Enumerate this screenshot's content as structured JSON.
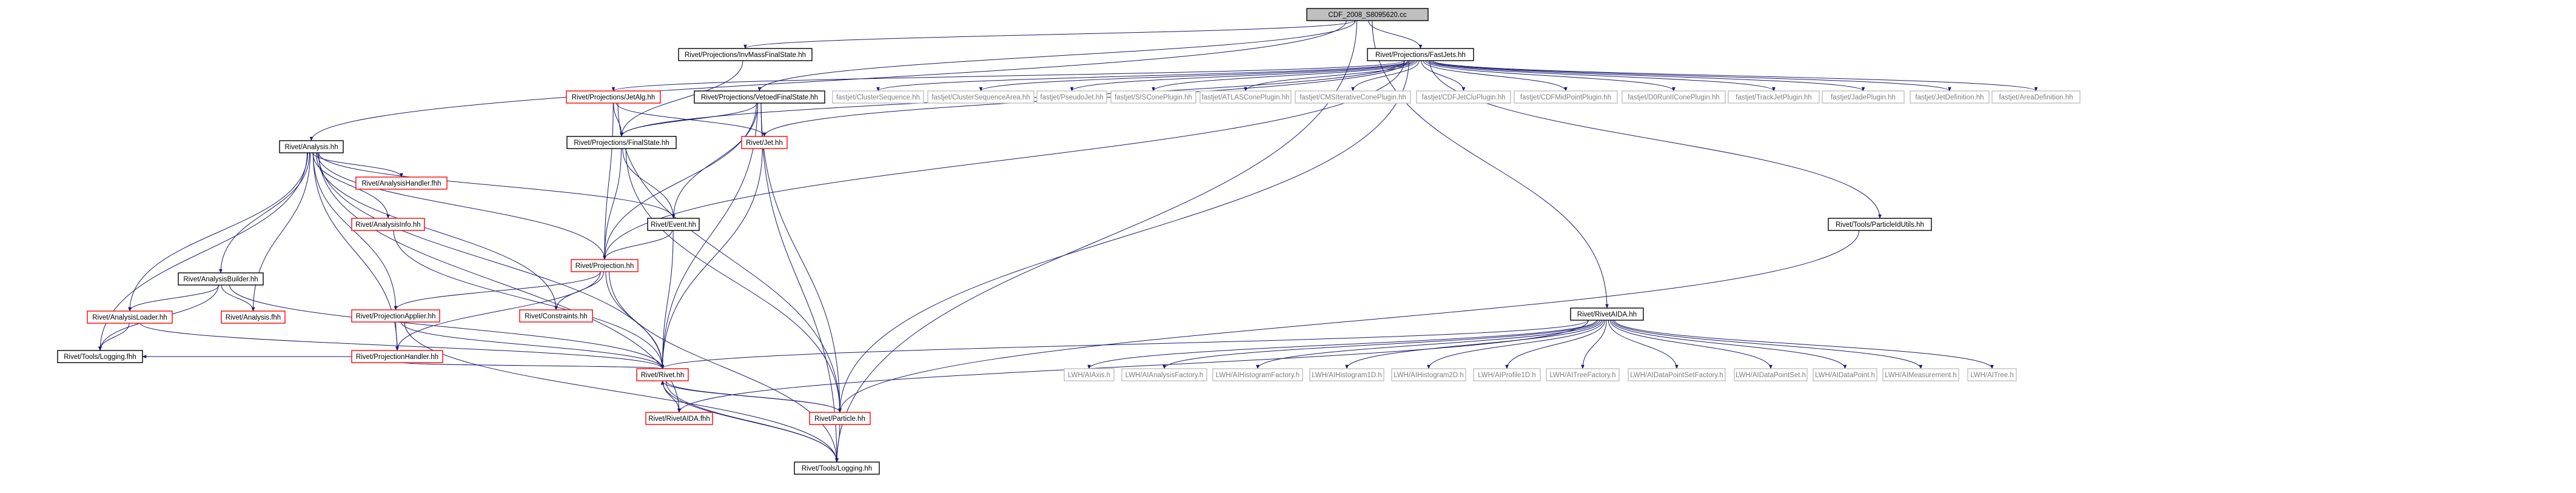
{
  "diagram": {
    "colors": {
      "edge": "#191970",
      "edge_from_source": "#191970",
      "node_border_black": "#000000",
      "node_border_red": "#ff0000",
      "node_border_grey": "#bfbfbf",
      "node_text_black": "#000000",
      "node_text_grey": "#7f7f7f",
      "root_fill": "#bfbfbf",
      "node_fill": "#ffffff"
    },
    "nodes": [
      {
        "id": "root",
        "label": "CDF_2008_S8095620.cc",
        "style": "root"
      },
      {
        "id": "invmass",
        "label": "Rivet/Projections/InvMassFinalState.hh",
        "style": "black"
      },
      {
        "id": "fastjets",
        "label": "Rivet/Projections/FastJets.hh",
        "style": "black"
      },
      {
        "id": "analysis",
        "label": "Rivet/Analysis.hh",
        "style": "black"
      },
      {
        "id": "jetalg",
        "label": "Rivet/Projections/JetAlg.hh",
        "style": "red"
      },
      {
        "id": "vetoed",
        "label": "Rivet/Projections/VetoedFinalState.hh",
        "style": "black"
      },
      {
        "id": "clusterseq",
        "label": "fastjet/ClusterSequence.hh",
        "style": "grey"
      },
      {
        "id": "clusterseqarea",
        "label": "fastjet/ClusterSequenceArea.hh",
        "style": "grey"
      },
      {
        "id": "pseudojet",
        "label": "fastjet/PseudoJet.hh",
        "style": "grey"
      },
      {
        "id": "siscone",
        "label": "fastjet/SISConePlugin.hh",
        "style": "grey"
      },
      {
        "id": "atlascone",
        "label": "fastjet/ATLASConePlugin.hh",
        "style": "grey"
      },
      {
        "id": "cmscone",
        "label": "fastjet/CMSIterativeConePlugin.hh",
        "style": "grey"
      },
      {
        "id": "cdfjetclu",
        "label": "fastjet/CDFJetCluPlugin.hh",
        "style": "grey"
      },
      {
        "id": "cdfmid",
        "label": "fastjet/CDFMidPointPlugin.hh",
        "style": "grey"
      },
      {
        "id": "d0run",
        "label": "fastjet/D0RunIIConePlugin.hh",
        "style": "grey"
      },
      {
        "id": "trackjet",
        "label": "fastjet/TrackJetPlugin.hh",
        "style": "grey"
      },
      {
        "id": "jade",
        "label": "fastjet/JadePlugin.hh",
        "style": "grey"
      },
      {
        "id": "jetdef",
        "label": "fastjet/JetDefinition.hh",
        "style": "grey"
      },
      {
        "id": "areadef",
        "label": "fastjet/AreaDefinition.hh",
        "style": "grey"
      },
      {
        "id": "finalstate",
        "label": "Rivet/Projections/FinalState.hh",
        "style": "black"
      },
      {
        "id": "jet",
        "label": "Rivet/Jet.hh",
        "style": "red"
      },
      {
        "id": "analysishandler",
        "label": "Rivet/AnalysisHandler.fhh",
        "style": "red"
      },
      {
        "id": "event",
        "label": "Rivet/Event.hh",
        "style": "black"
      },
      {
        "id": "analysisinfo",
        "label": "Rivet/AnalysisInfo.hh",
        "style": "red"
      },
      {
        "id": "projection",
        "label": "Rivet/Projection.hh",
        "style": "red"
      },
      {
        "id": "constraints",
        "label": "Rivet/Constraints.hh",
        "style": "red"
      },
      {
        "id": "particleidutils",
        "label": "Rivet/Tools/ParticleIdUtils.hh",
        "style": "black"
      },
      {
        "id": "analysisbuilder",
        "label": "Rivet/AnalysisBuilder.hh",
        "style": "black"
      },
      {
        "id": "projapplier",
        "label": "Rivet/ProjectionApplier.hh",
        "style": "red"
      },
      {
        "id": "analysisloader",
        "label": "Rivet/AnalysisLoader.hh",
        "style": "red"
      },
      {
        "id": "analysisfhh",
        "label": "Rivet/Analysis.fhh",
        "style": "red"
      },
      {
        "id": "projhandler",
        "label": "Rivet/ProjectionHandler.hh",
        "style": "red"
      },
      {
        "id": "logging_fhh",
        "label": "Rivet/Tools/Logging.fhh",
        "style": "black"
      },
      {
        "id": "rivetaida",
        "label": "Rivet/RivetAIDA.hh",
        "style": "black"
      },
      {
        "id": "rivethh",
        "label": "Rivet/Rivet.hh",
        "style": "red"
      },
      {
        "id": "iaxis",
        "label": "LWH/AIAxis.h",
        "style": "grey"
      },
      {
        "id": "ianfactory",
        "label": "LWH/AIAnalysisFactory.h",
        "style": "grey"
      },
      {
        "id": "ihistfactory",
        "label": "LWH/AIHistogramFactory.h",
        "style": "grey"
      },
      {
        "id": "ihist1d",
        "label": "LWH/AIHistogram1D.h",
        "style": "grey"
      },
      {
        "id": "ihist2d",
        "label": "LWH/AIHistogram2D.h",
        "style": "grey"
      },
      {
        "id": "iprofile1d",
        "label": "LWH/AIProfile1D.h",
        "style": "grey"
      },
      {
        "id": "itreefactory",
        "label": "LWH/AITreeFactory.h",
        "style": "grey"
      },
      {
        "id": "idpsfactory",
        "label": "LWH/AIDataPointSetFactory.h",
        "style": "grey"
      },
      {
        "id": "idps",
        "label": "LWH/AIDataPointSet.h",
        "style": "grey"
      },
      {
        "id": "idatapoint",
        "label": "LWH/AIDataPoint.h",
        "style": "grey"
      },
      {
        "id": "imeasurement",
        "label": "LWH/AIMeasurement.h",
        "style": "grey"
      },
      {
        "id": "itree",
        "label": "LWH/AITree.h",
        "style": "grey"
      },
      {
        "id": "rivetaidafhh",
        "label": "Rivet/RivetAIDA.fhh",
        "style": "red"
      },
      {
        "id": "particle",
        "label": "Rivet/Particle.hh",
        "style": "red"
      },
      {
        "id": "logging_hh",
        "label": "Rivet/Tools/Logging.hh",
        "style": "black"
      }
    ],
    "edges": [
      [
        "root",
        "invmass"
      ],
      [
        "root",
        "fastjets"
      ],
      [
        "root",
        "analysis"
      ],
      [
        "root",
        "vetoed"
      ],
      [
        "root",
        "rivetaida"
      ],
      [
        "root",
        "logging_hh"
      ],
      [
        "invmass",
        "finalstate"
      ],
      [
        "fastjets",
        "jetalg"
      ],
      [
        "fastjets",
        "clusterseq"
      ],
      [
        "fastjets",
        "clusterseqarea"
      ],
      [
        "fastjets",
        "pseudojet"
      ],
      [
        "fastjets",
        "siscone"
      ],
      [
        "fastjets",
        "atlascone"
      ],
      [
        "fastjets",
        "cmscone"
      ],
      [
        "fastjets",
        "cdfjetclu"
      ],
      [
        "fastjets",
        "cdfmid"
      ],
      [
        "fastjets",
        "d0run"
      ],
      [
        "fastjets",
        "trackjet"
      ],
      [
        "fastjets",
        "jade"
      ],
      [
        "fastjets",
        "jetdef"
      ],
      [
        "fastjets",
        "areadef"
      ],
      [
        "fastjets",
        "particleidutils"
      ],
      [
        "fastjets",
        "finalstate"
      ],
      [
        "fastjets",
        "projection"
      ],
      [
        "fastjets",
        "jet"
      ],
      [
        "fastjets",
        "particle"
      ],
      [
        "jetalg",
        "finalstate"
      ],
      [
        "jetalg",
        "jet"
      ],
      [
        "jetalg",
        "projection"
      ],
      [
        "jetalg",
        "particle"
      ],
      [
        "vetoed",
        "finalstate"
      ],
      [
        "vetoed",
        "projection"
      ],
      [
        "vetoed",
        "event"
      ],
      [
        "vetoed",
        "rivethh"
      ],
      [
        "vetoed",
        "particle"
      ],
      [
        "vetoed",
        "logging_hh"
      ],
      [
        "finalstate",
        "projection"
      ],
      [
        "finalstate",
        "event"
      ],
      [
        "finalstate",
        "particle"
      ],
      [
        "jet",
        "rivethh"
      ],
      [
        "analysis",
        "analysishandler"
      ],
      [
        "analysis",
        "event"
      ],
      [
        "analysis",
        "analysisinfo"
      ],
      [
        "analysis",
        "projection"
      ],
      [
        "analysis",
        "constraints"
      ],
      [
        "analysis",
        "analysisbuilder"
      ],
      [
        "analysis",
        "projapplier"
      ],
      [
        "analysis",
        "analysisloader"
      ],
      [
        "analysis",
        "analysisfhh"
      ],
      [
        "analysis",
        "projhandler"
      ],
      [
        "analysis",
        "logging_fhh"
      ],
      [
        "analysis",
        "rivethh"
      ],
      [
        "analysis",
        "rivetaidafhh"
      ],
      [
        "event",
        "projection"
      ],
      [
        "event",
        "rivethh"
      ],
      [
        "analysisinfo",
        "rivethh"
      ],
      [
        "projection",
        "projapplier"
      ],
      [
        "projection",
        "constraints"
      ],
      [
        "projection",
        "projhandler"
      ],
      [
        "projection",
        "rivethh"
      ],
      [
        "projection",
        "logging_hh"
      ],
      [
        "projapplier",
        "projhandler"
      ],
      [
        "projapplier",
        "rivethh"
      ],
      [
        "projapplier",
        "logging_hh"
      ],
      [
        "projhandler",
        "rivethh"
      ],
      [
        "projhandler",
        "logging_fhh"
      ],
      [
        "analysisbuilder",
        "analysisloader"
      ],
      [
        "analysisbuilder",
        "analysisfhh"
      ],
      [
        "analysisbuilder",
        "logging_fhh"
      ],
      [
        "analysisbuilder",
        "rivethh"
      ],
      [
        "analysisloader",
        "logging_fhh"
      ],
      [
        "analysisloader",
        "rivethh"
      ],
      [
        "particleidutils",
        "particle"
      ],
      [
        "rivetaida",
        "rivethh"
      ],
      [
        "rivetaida",
        "rivetaidafhh"
      ],
      [
        "rivetaida",
        "iaxis"
      ],
      [
        "rivetaida",
        "ianfactory"
      ],
      [
        "rivetaida",
        "ihistfactory"
      ],
      [
        "rivetaida",
        "ihist1d"
      ],
      [
        "rivetaida",
        "ihist2d"
      ],
      [
        "rivetaida",
        "iprofile1d"
      ],
      [
        "rivetaida",
        "itreefactory"
      ],
      [
        "rivetaida",
        "idpsfactory"
      ],
      [
        "rivetaida",
        "idps"
      ],
      [
        "rivetaida",
        "idatapoint"
      ],
      [
        "rivetaida",
        "imeasurement"
      ],
      [
        "rivetaida",
        "itree"
      ],
      [
        "rivethh",
        "rivetaidafhh"
      ],
      [
        "rivethh",
        "particle"
      ],
      [
        "rivethh",
        "logging_hh"
      ],
      [
        "particle",
        "rivethh"
      ],
      [
        "particle",
        "logging_hh"
      ],
      [
        "logging_hh",
        "rivethh"
      ]
    ]
  }
}
